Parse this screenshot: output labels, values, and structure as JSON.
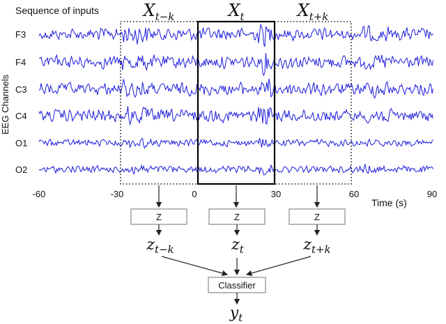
{
  "figure": {
    "top_label": "Sequence of inputs",
    "y_axis_label": "EEG Channels",
    "x_axis_label": "Time (s)",
    "channels": [
      "F3",
      "F4",
      "C3",
      "C4",
      "O1",
      "O2"
    ],
    "time_ticks": [
      "-60",
      "-30",
      "0",
      "30",
      "60",
      "90"
    ],
    "windows": [
      {
        "var": "X",
        "sub": "t−k",
        "encoder": "Z",
        "latent_var": "z",
        "latent_sub": "t−k",
        "style": "dotted"
      },
      {
        "var": "X",
        "sub": "t",
        "encoder": "Z",
        "latent_var": "z",
        "latent_sub": "t",
        "style": "solid"
      },
      {
        "var": "X",
        "sub": "t+k",
        "encoder": "Z",
        "latent_var": "z",
        "latent_sub": "t+k",
        "style": "dotted"
      }
    ],
    "classifier_label": "Classifier",
    "output": {
      "var": "y",
      "sub": "t"
    },
    "signal_color": "#1a1adb"
  }
}
